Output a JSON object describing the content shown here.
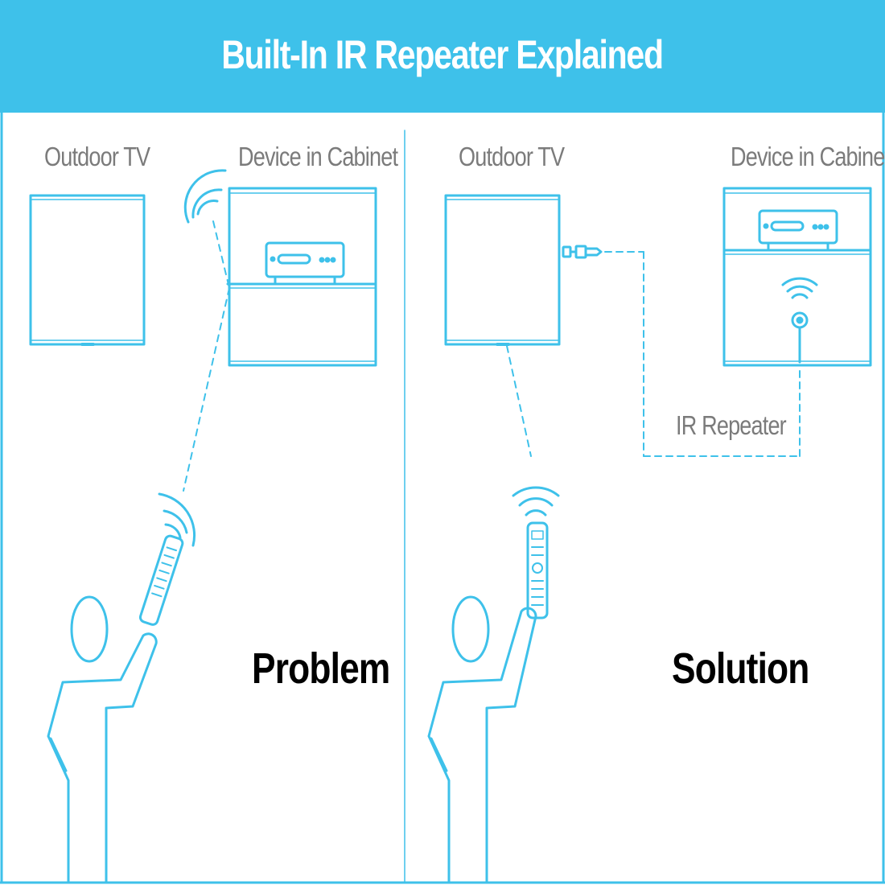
{
  "header": {
    "title": "Built-In IR Repeater Explained"
  },
  "problem_panel": {
    "tv_label": "Outdoor TV",
    "cabinet_label": "Device in Cabinet",
    "caption": "Problem"
  },
  "solution_panel": {
    "tv_label": "Outdoor TV",
    "cabinet_label": "Device in Cabinet",
    "repeater_label": "IR Repeater",
    "caption": "Solution"
  },
  "colors": {
    "accent": "#3ec1ea",
    "label_gray": "#7b7b7b",
    "caption": "#000000",
    "background": "#ffffff"
  },
  "icons": [
    "tv-icon",
    "cabinet-icon",
    "set-top-box-icon",
    "remote-control-icon",
    "ir-signal-icon",
    "person-icon",
    "ir-emitter-icon",
    "ir-receiver-plug-icon"
  ]
}
